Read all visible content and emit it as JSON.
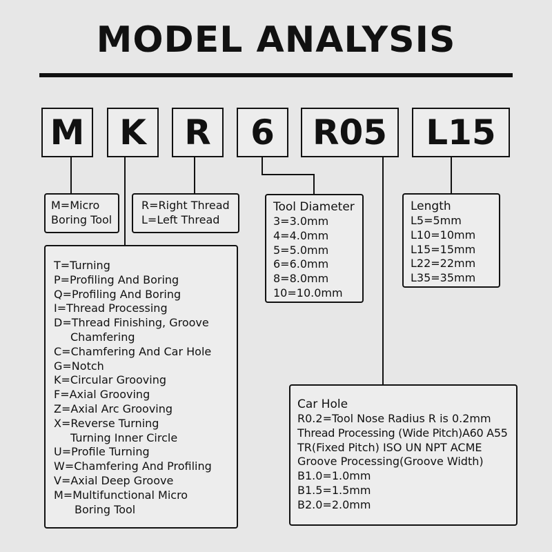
{
  "title": "MODEL ANALYSIS",
  "codes": [
    "M",
    "K",
    "R",
    "6",
    "R05",
    "L15"
  ],
  "boxes": {
    "m": [
      "M=Micro",
      "Boring Tool"
    ],
    "r": [
      "R=Right Thread",
      "L=Left Thread"
    ],
    "diameter": {
      "heading": "Tool Diameter",
      "items": [
        "3=3.0mm",
        "4=4.0mm",
        "5=5.0mm",
        "6=6.0mm",
        "8=8.0mm",
        "10=10.0mm"
      ]
    },
    "length": {
      "heading": "Length",
      "items": [
        "L5=5mm",
        "L10=10mm",
        "L15=15mm",
        "L22=22mm",
        "L35=35mm"
      ]
    },
    "type": [
      "T=Turning",
      "P=Profiling And Boring",
      "Q=Profiling And Boring",
      "I=Thread Processing",
      "D=Thread Finishing, Groove",
      "Chamfering",
      "C=Chamfering And Car Hole",
      "G=Notch",
      "K=Circular Grooving",
      "F=Axial Grooving",
      "Z=Axial Arc Grooving",
      "X=Reverse Turning",
      "Turning Inner Circle",
      "U=Profile Turning",
      "W=Chamfering And Profiling",
      "V=Axial Deep Groove",
      "M=Multifunctional Micro",
      "Boring Tool"
    ],
    "carhole": {
      "heading": "Car Hole",
      "items": [
        "R0.2=Tool Nose Radius R is 0.2mm",
        "Thread Processing (Wide Pitch)A60 A55",
        "TR(Fixed Pitch) ISO UN NPT ACME",
        "Groove Processing(Groove Width)",
        "B1.0=1.0mm",
        "B1.5=1.5mm",
        "B2.0=2.0mm"
      ]
    }
  }
}
